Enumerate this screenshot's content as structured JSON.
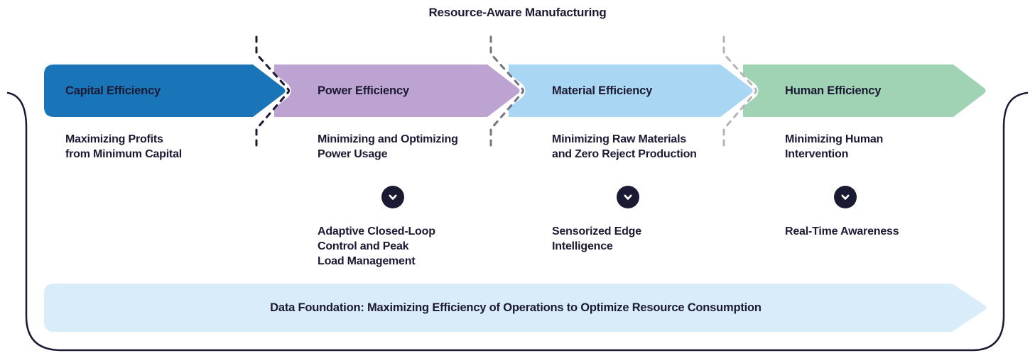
{
  "title": "Resource-Aware Manufacturing",
  "colors": {
    "ink": "#1b1a33",
    "capital_blue": "#1a74b8",
    "power_purple": "#bda3d1",
    "material_lightblue": "#a9d6f2",
    "human_green": "#a0d2b4",
    "foundation_bg": "#d9ecfa",
    "divider_dash_1": "#1b1a33",
    "divider_dash_2": "#74757f",
    "divider_dash_3": "#b4b4bd"
  },
  "segments": [
    {
      "label": "Capital Efficiency",
      "description": "Maximizing Profits\nfrom Minimum Capital"
    },
    {
      "label": "Power Efficiency",
      "description": "Minimizing and Optimizing\nPower Usage",
      "enabler": "Adaptive Closed-Loop\nControl and Peak\nLoad Management"
    },
    {
      "label": "Material Efficiency",
      "description": "Minimizing Raw Materials\nand Zero Reject Production",
      "enabler": "Sensorized Edge\nIntelligence"
    },
    {
      "label": "Human Efficiency",
      "description": "Minimizing Human\nIntervention",
      "enabler": "Real-Time Awareness"
    }
  ],
  "foundation": {
    "label": "Data Foundation: Maximizing Efficiency of Operations to Optimize Resource Consumption"
  },
  "icons": {
    "connector": "chevron-down-icon"
  }
}
